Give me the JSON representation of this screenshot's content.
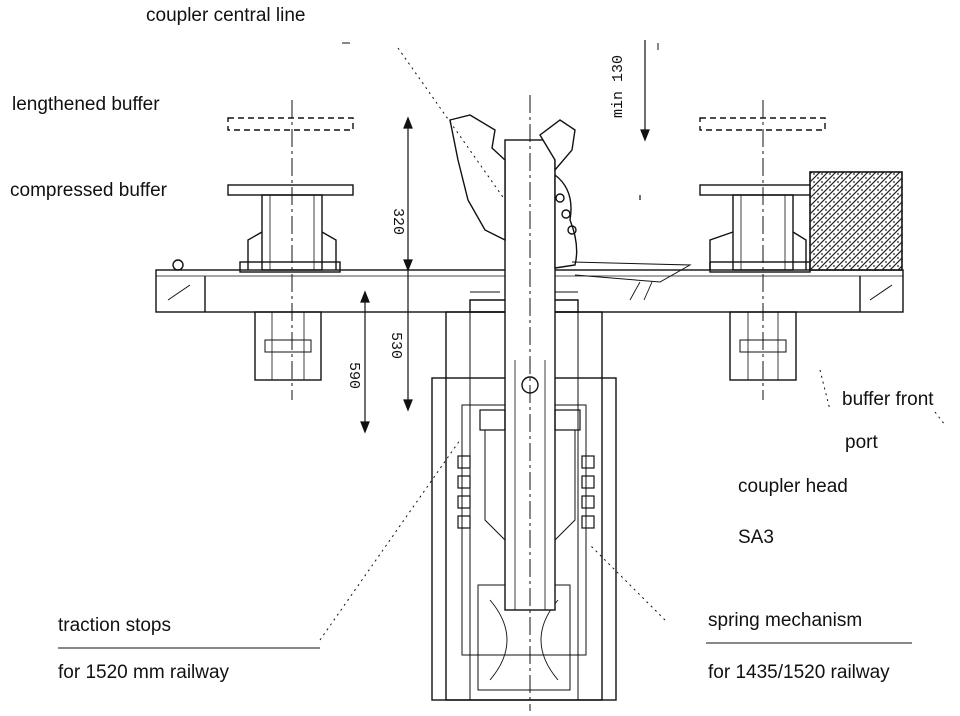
{
  "labels": {
    "coupler_central_line": "coupler central line",
    "lengthened_buffer": "lengthened buffer",
    "compressed_buffer": "compressed buffer",
    "buffer_front": "buffer front",
    "port": "port",
    "coupler_head": "coupler head",
    "sa3": "SA3",
    "traction_stops": "traction stops",
    "for_1520": "for 1520 mm railway",
    "spring_mechanism": "spring mechanism",
    "for_1435_1520": "for 1435/1520 railway"
  },
  "dimensions": {
    "d320": "320",
    "d590": "590",
    "d530": "530",
    "min130": "min 130"
  }
}
